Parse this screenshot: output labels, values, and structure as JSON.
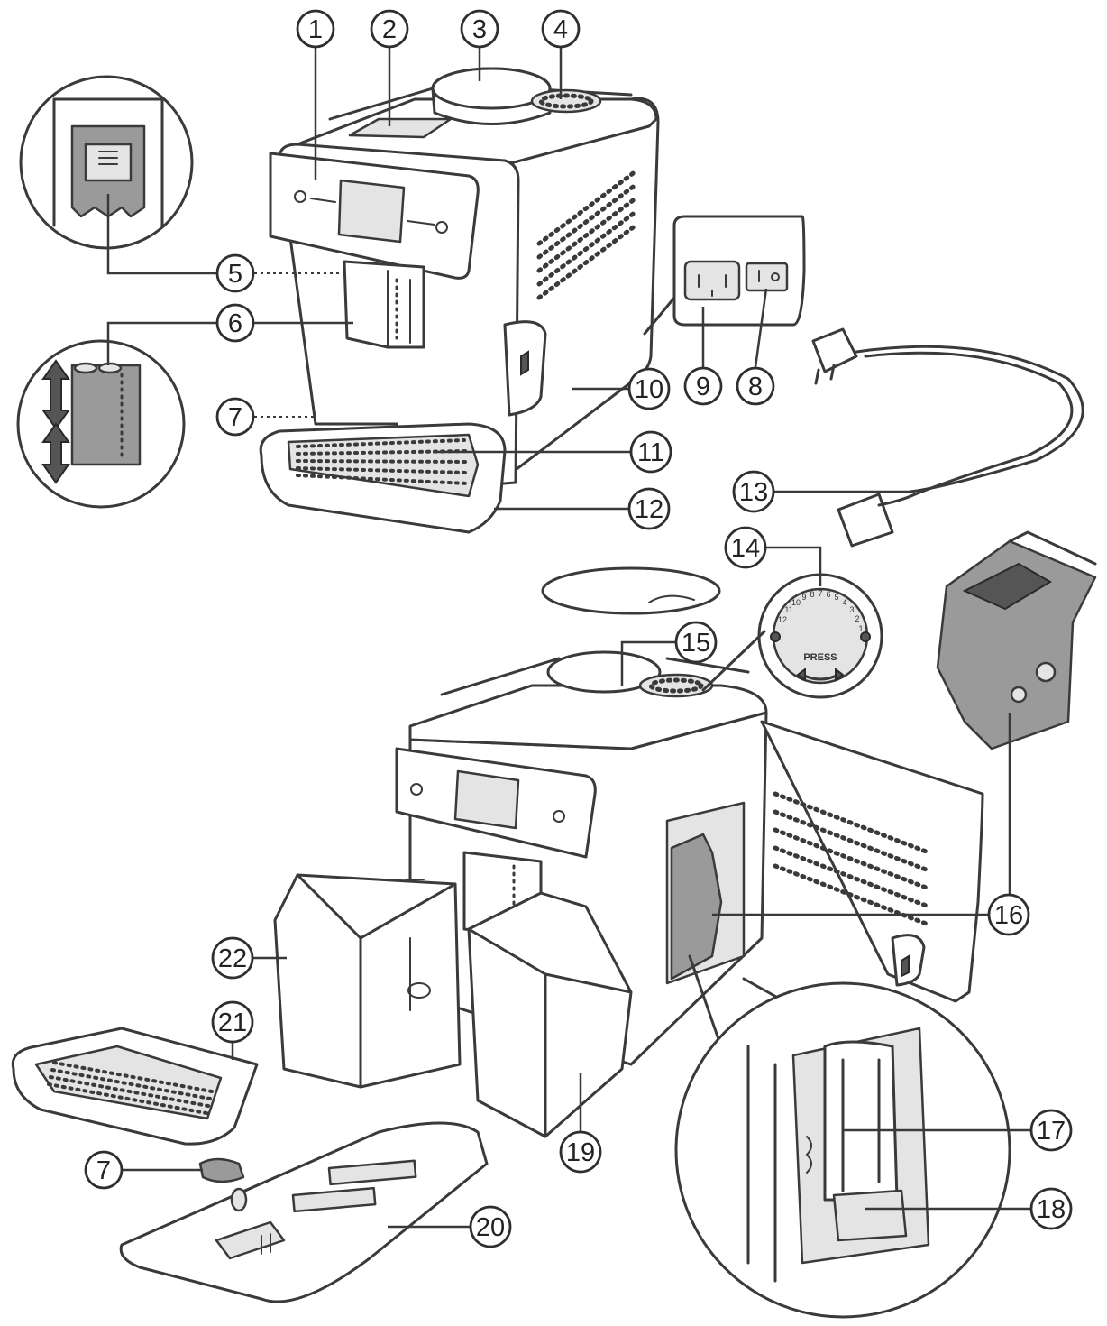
{
  "callouts": {
    "c1": "1",
    "c2": "2",
    "c3": "3",
    "c4": "4",
    "c5": "5",
    "c6": "6",
    "c7_top": "7",
    "c7_bottom": "7",
    "c8": "8",
    "c9": "9",
    "c10": "10",
    "c11": "11",
    "c12": "12",
    "c13": "13",
    "c14": "14",
    "c15": "15",
    "c16": "16",
    "c17": "17",
    "c18": "18",
    "c19": "19",
    "c20": "20",
    "c21": "21",
    "c22": "22"
  },
  "grinder_dial": {
    "press_label": "PRESS",
    "scale": [
      "1",
      "2",
      "3",
      "4",
      "5",
      "6",
      "7",
      "8",
      "9",
      "10",
      "11",
      "12"
    ]
  }
}
